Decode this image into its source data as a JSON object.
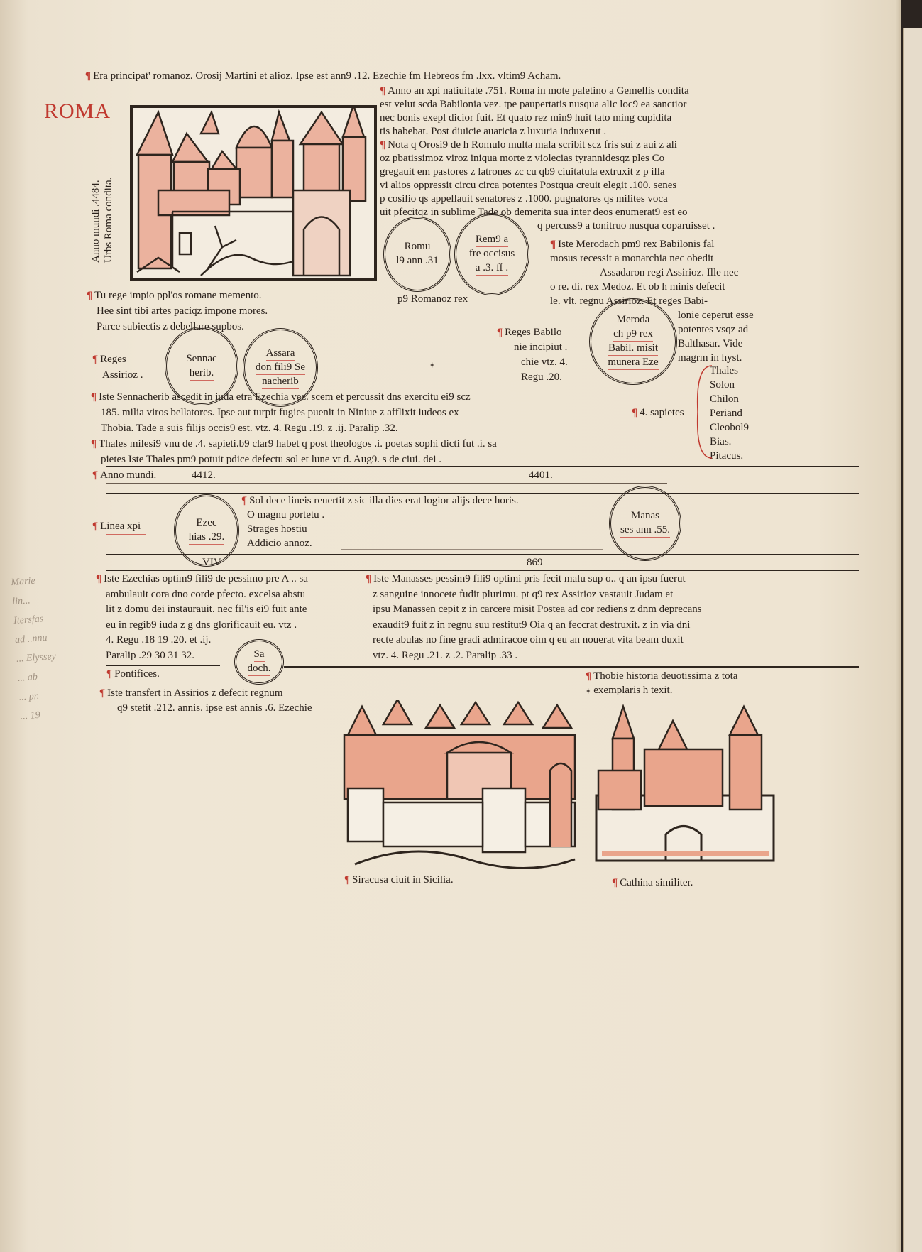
{
  "header": "Era principat' romanoz. Orosij Martini et alioz. Ipse est ann9 .12. Ezechie fm Hebreos fm .lxx. vltim9 Acham.",
  "roma_title": "ROMA",
  "roma_side": [
    "Anno mundi .4484.",
    "Urbs Roma condita."
  ],
  "roma_text": [
    "Anno an xpi natiuitate .751. Roma in mote paletino a Gemellis condita",
    "est velut scda Babilonia vez. tpe paupertatis nusqua alic loc9 ea sanctior",
    "nec bonis exepl dicior fuit. Et quato rez min9 huit tato ming cupidita",
    "tis habebat. Post diuicie auaricia z luxuria induxerut .",
    "Nota q Orosi9 de h Romulo multa mala scribit scz fris sui z aui z ali",
    "oz pbatissimoz viroz iniqua morte z violecias tyrannidesqz ples Co",
    "gregauit em pastores z latrones zc cu qb9 ciuitatula extruxit z p illa",
    "vi alios oppressit circu circa potentes Postqua creuit elegit .100. senes",
    "p cosilio qs appellauit senatores z .1000. pugnatores qs milites voca",
    "uit pfecitqz in sublime Tade ob demerita sua inter deos enumerat9 est eo",
    "q percuss9 a tonitruo nusqua coparuisset ."
  ],
  "circles": {
    "romulus": [
      "Romu",
      "l9 ann .31"
    ],
    "remus": [
      "Rem9 a",
      "fre occisus",
      "a .3. ff ."
    ],
    "sennacherib": [
      "Sennac",
      "herib."
    ],
    "assaradon": [
      "Assara",
      "don fili9 Se",
      "nacherib"
    ],
    "merodach": [
      "Meroda",
      "ch p9 rex",
      "Babil. misit",
      "munera Eze"
    ],
    "ezechias": [
      "Ezec",
      "hias .29."
    ],
    "manasses": [
      "Manas",
      "ses ann .55."
    ],
    "sadoch": [
      "Sa",
      "doch."
    ]
  },
  "primus_rex": "p9 Romanoz rex",
  "merodach_text": [
    "Iste Merodach pm9 rex Babilonis fal",
    "mosus recessit a monarchia nec obedit",
    "Assadaron regi Assirioz. Ille nec",
    "o re. di. rex Medoz. Et ob h minis defecit",
    "le. vlt. regnu Assirioz. Et reges Babi-",
    "lonie ceperut esse",
    "potentes vsqz ad",
    "Balthasar. Vide",
    "magrm in hyst."
  ],
  "virgil": [
    "Tu rege impio ppl'os romane memento.",
    "Hee sint tibi artes paciqz impone mores.",
    "Parce subiectis z debellare supbos."
  ],
  "reges_assirioz": [
    "Reges",
    "Assirioz ."
  ],
  "reges_babilonie": [
    "Reges Babilo",
    "nie incipiut .",
    "chie vtz. 4.",
    "Regu .20."
  ],
  "sapientes_label": "4. sapietes",
  "sapientes": [
    "Thales",
    "Solon",
    "Chilon",
    "Periand",
    "Cleobol9",
    "Bias.",
    "Pitacus."
  ],
  "sennacherib_text": [
    "Iste Sennacherib ascedit in iuda etra Ezechia vez. scem et percussit dns exercitu ei9 scz",
    "185. milia viros bellatores. Ipse aut turpit fugies puenit in Niniue z afflixit iudeos ex",
    "Thobia. Tade a suis filijs occis9 est. vtz. 4. Regu .19. z .ij. Paralip .32.",
    "Thales milesi9 vnu de .4. sapieti.b9 clar9 habet q post theologos .i. poetas sophi dicti fut .i. sa",
    "pietes Iste Thales pm9 potuit pdice defectu sol et lune vt d. Aug9. s de ciui. dei ."
  ],
  "anno_mundi_label": "Anno mundi.",
  "anno_mundi_left": "4412.",
  "anno_mundi_right": "4401.",
  "linea_xpi": "Linea xpi",
  "sol_text": [
    "Sol dece lineis reuertit z sic illa dies erat logior alijs dece horis.",
    "O magnu portetu .",
    "Strages hostiu",
    "Addicio annoz."
  ],
  "numeral_left": "VIV",
  "numeral_right": "869",
  "ezechias_text": [
    "Iste Ezechias optim9 fili9 de pessimo pre A .. sa",
    "ambulauit cora dno corde pfecto. excelsa abstu",
    "lit z domu dei instaurauit. nec fil'is ei9 fuit ante",
    "eu in regib9 iuda z g dns glorificauit eu. vtz .",
    "4. Regu .18 19 .20. et .ij.",
    "Paralip .29 30 31 32."
  ],
  "manasses_text": [
    "Iste Manasses pessim9 fili9 optimi pris fecit malu sup o.. q an ipsu fuerut",
    "z sanguine innocete fudit plurimu. pt q9 rex Assirioz vastauit Judam et",
    "ipsu Manassen cepit z in carcere misit Postea ad cor rediens z dnm deprecans",
    "exaudit9 fuit z in regnu suu restitut9 Oia q an feccrat destruxit. z in via dni",
    "recte abulas no fine gradi admiracoe oim q eu an nouerat vita beam duxit",
    "vtz. 4. Regu .21. z .2. Paralip .33 ."
  ],
  "pontifices": "Pontifices.",
  "thobie": [
    "Thobie historia deuotissima z tota",
    "exemplaris h texit."
  ],
  "transfert": [
    "Iste transfert in Assirios z defecit regnum",
    "q9 stetit .212. annis. ipse est annis .6. Ezechie"
  ],
  "captions": {
    "siracusa": "Siracusa ciuit in Sicilia.",
    "cathina": "Cathina similiter."
  },
  "marginalia": [
    "Marie",
    "lin...",
    "Itersfas",
    "ad ..nnu",
    "... Elyssey",
    "... ab",
    "... pr.",
    "... 19"
  ],
  "colors": {
    "paper": "#efe6d5",
    "ink": "#2a211b",
    "rubric": "#c0392f",
    "wash": "#e8a98f"
  }
}
